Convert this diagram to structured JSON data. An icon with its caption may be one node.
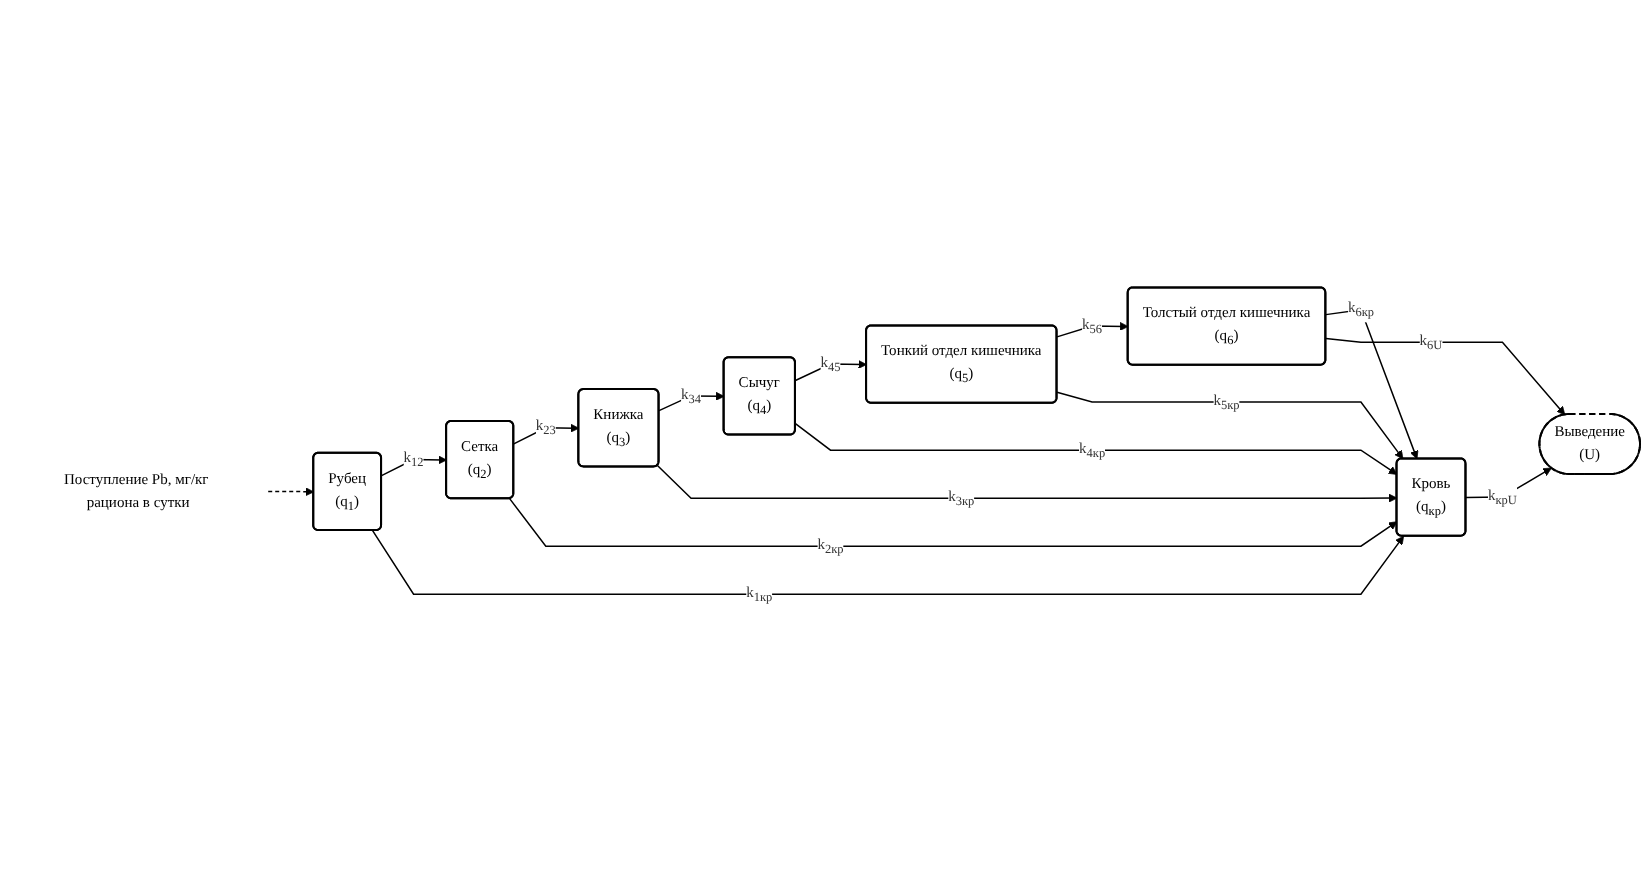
{
  "diagram": {
    "nodes": [
      {
        "text": [
          "Книжка",
          "(q$_{3}$)"
        ]
      },
      {
        "text": [
          "Сычуг",
          "(q$_{4}$)"
        ]
      },
      {
        "text": [
          "Тонкий отдел кишечника",
          "(q$_{5}$)"
        ]
      },
      {
        "text": [
          "Сетка",
          "(q$_{2}$)"
        ]
      },
      {
        "text": [
          "Кровь",
          "(q$_{кр}$)"
        ]
      },
      {
        "text": [
          "Толстый отдел кишечника",
          "(q$_{6}$)"
        ]
      },
      {
        "text": [
          "Рубец",
          "(q$_{1}$)"
        ]
      },
      {
        "text": [
          "Выведение",
          "(U)"
        ]
      },
      {
        "text": [
          "Поступление Pb, мг/кг рациона в сутки"
        ]
      }
    ],
    "edges": [
      {
        "from": 8,
        "to": 6,
        "arrow": "to",
        "style": "dashed"
      },
      {
        "from": 6,
        "to": 3,
        "arrow": "to",
        "label": "k$_{12}$"
      },
      {
        "from": 3,
        "to": 0,
        "arrow": "to",
        "label": "k$_{23}$"
      },
      {
        "from": 0,
        "to": 1,
        "arrow": "to",
        "label": "k$_{34}$"
      },
      {
        "from": 1,
        "to": 2,
        "arrow": "to",
        "label": "k$_{45}$"
      },
      {
        "from": 2,
        "to": 5,
        "arrow": "to",
        "label": "k$_{56}$"
      },
      {
        "from": 0,
        "to": 4,
        "arrow": "to",
        "label": "k$_{3кр}$"
      },
      {
        "from": 1,
        "to": 4,
        "arrow": "to",
        "label": "k$_{4кр}$"
      },
      {
        "from": 2,
        "to": 4,
        "arrow": "to",
        "label": "k$_{5кр}$"
      },
      {
        "from": 3,
        "to": 4,
        "arrow": "to",
        "label": "k$_{2кр}$"
      },
      {
        "from": 5,
        "to": 4,
        "arrow": "to",
        "label": "k$_{6кр}$"
      },
      {
        "from": 6,
        "to": 4,
        "arrow": "to",
        "label": "k$_{1кр}$"
      },
      {
        "from": 4,
        "to": 7,
        "arrow": "to",
        "label": "k$_{крU}$"
      },
      {
        "from": 5,
        "to": 7,
        "arrow": "to",
        "label": "k$_{6U}$"
      }
    ]
  }
}
